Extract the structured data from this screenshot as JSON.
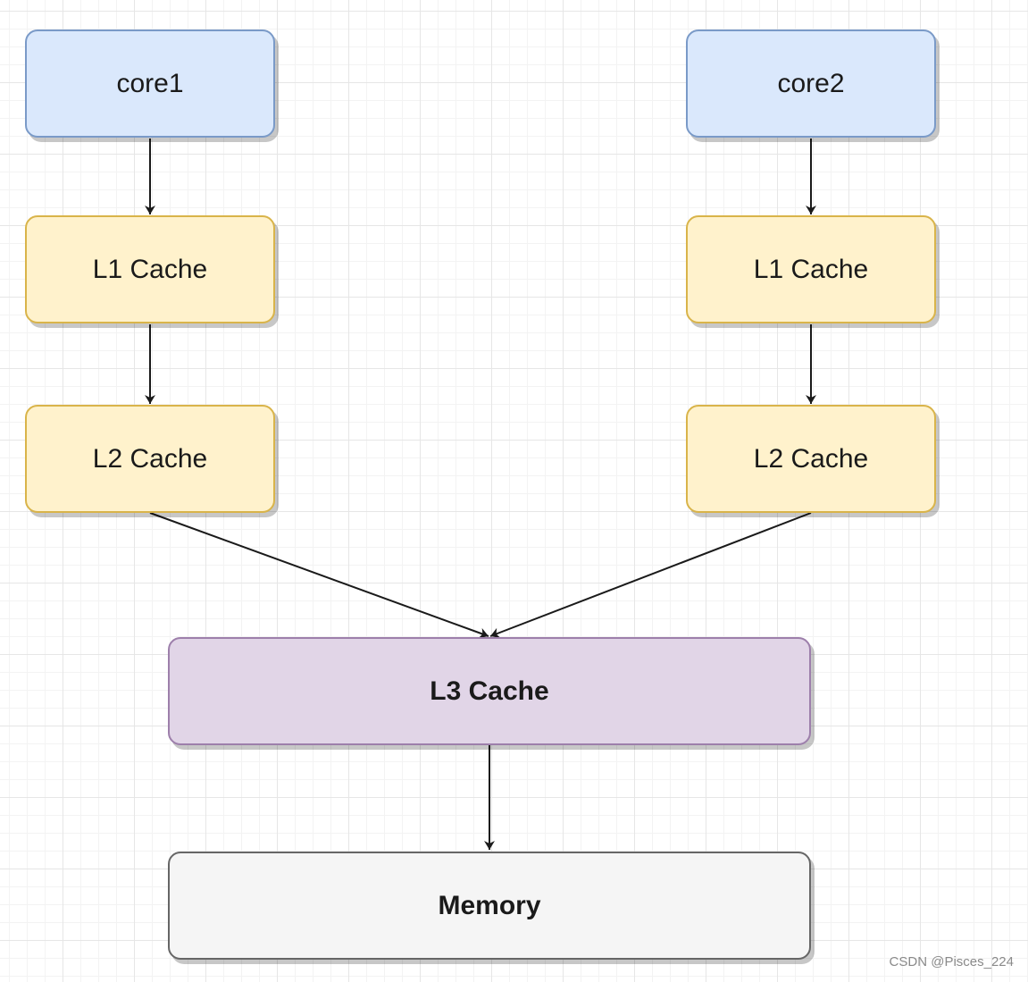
{
  "nodes": {
    "core1": {
      "label": "core1"
    },
    "core2": {
      "label": "core2"
    },
    "l1_left": {
      "label": "L1 Cache"
    },
    "l1_right": {
      "label": "L1 Cache"
    },
    "l2_left": {
      "label": "L2 Cache"
    },
    "l2_right": {
      "label": "L2 Cache"
    },
    "l3": {
      "label": "L3 Cache"
    },
    "memory": {
      "label": "Memory"
    }
  },
  "colors": {
    "core_fill": "#dae8fc",
    "core_border": "#7a9ac8",
    "cache_fill": "#fff2cc",
    "cache_border": "#d9b44a",
    "l3_fill": "#e1d5e7",
    "l3_border": "#9d7fab",
    "memory_fill": "#f5f5f5",
    "memory_border": "#666666",
    "edge": "#1a1a1a"
  },
  "watermark": "CSDN @Pisces_224"
}
